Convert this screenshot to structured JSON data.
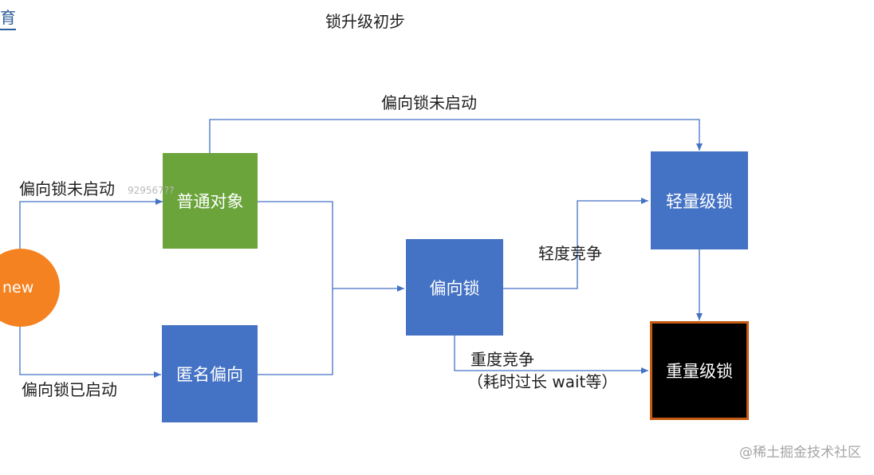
{
  "header": {
    "corner_label": "育",
    "title": "锁升级初步"
  },
  "nodes": {
    "new": {
      "label": "new",
      "color": "#f58220"
    },
    "ordinary": {
      "label": "普通对象",
      "color": "#6aa43a"
    },
    "anonymous": {
      "label": "匿名偏向",
      "color": "#4472c4"
    },
    "biased": {
      "label": "偏向锁",
      "color": "#4472c4"
    },
    "lightweight": {
      "label": "轻量级锁",
      "color": "#4472c4"
    },
    "heavyweight": {
      "label": "重量级锁",
      "color": "#000000",
      "border_color": "#c55a11"
    }
  },
  "edges": {
    "new_to_ordinary": "偏向锁未启动",
    "new_to_anonymous": "偏向锁已启动",
    "ordinary_to_lightweight": "偏向锁未启动",
    "biased_to_lightweight": "轻度竞争",
    "biased_to_heavyweight_line1": "重度竞争",
    "biased_to_heavyweight_line2": "（耗时过长 wait等）"
  },
  "overlay": {
    "faint_id": "929567??",
    "watermark": "@稀土掘金技术社区"
  },
  "colors": {
    "connector": "#4472c4"
  }
}
